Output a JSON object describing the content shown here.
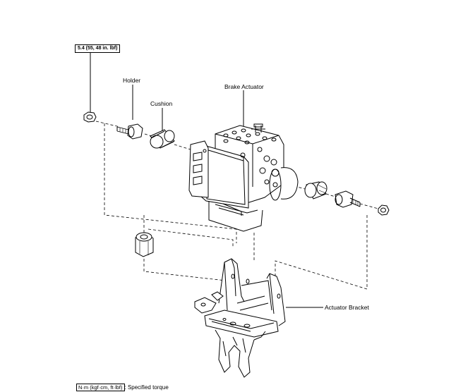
{
  "torque_spec": "5.4 (55, 48 in. lbf)",
  "labels": {
    "holder": "Holder",
    "cushion": "Cushion",
    "brake_actuator": "Brake Actuator",
    "actuator_bracket": "Actuator Bracket"
  },
  "legend": {
    "units": "N·m (kgf·cm, ft·lbf)",
    "description": ": Specified torque"
  }
}
